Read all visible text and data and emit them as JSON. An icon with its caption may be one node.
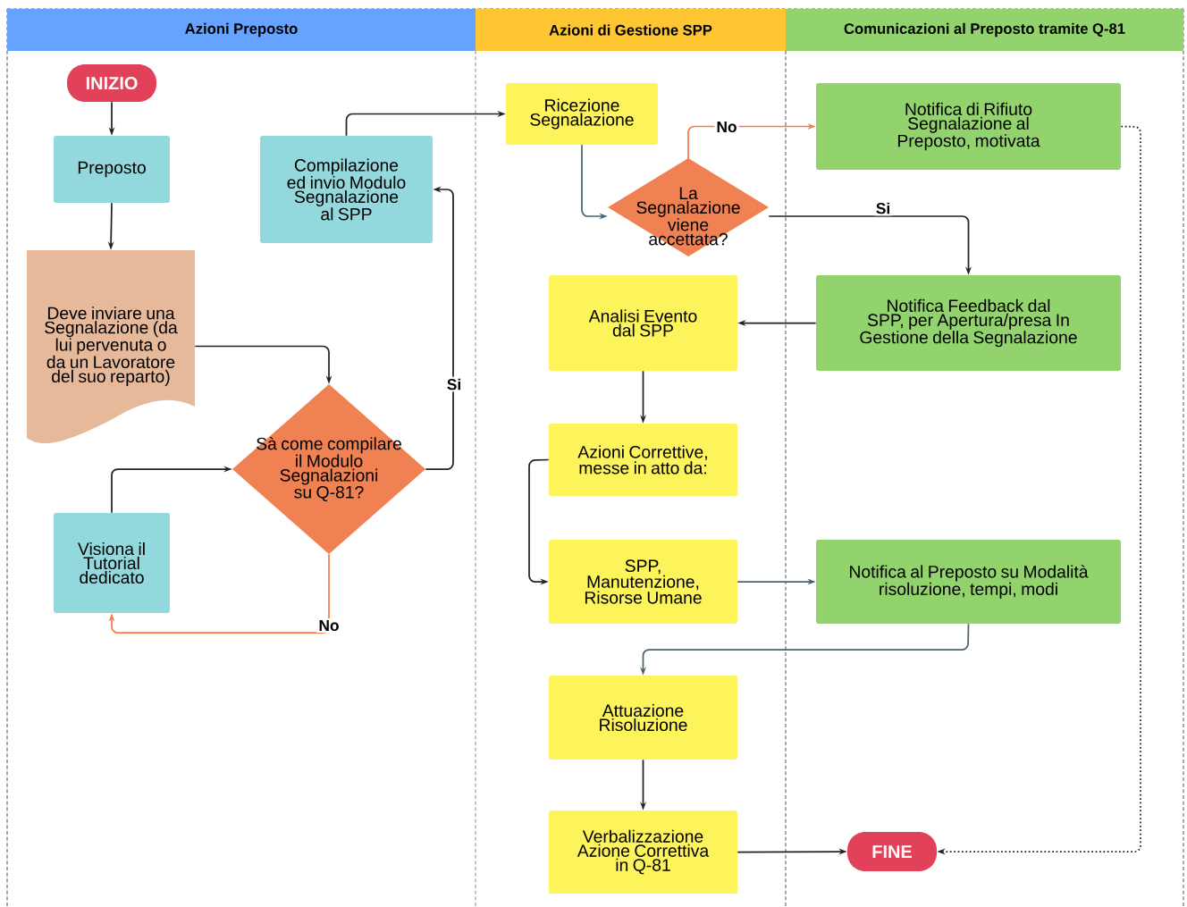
{
  "diagram": {
    "nodes": [
      {
        "text": [
          "Azioni Preposto"
        ]
      },
      {
        "text": [
          "Azioni di Gestione SPP"
        ]
      },
      {
        "text": [
          "Comunicazioni al Preposto tramite Q-81"
        ]
      },
      {
        "text": [
          "INIZIO"
        ]
      },
      {
        "text": [
          "Preposto"
        ]
      },
      {
        "text": [
          "Deve inviare una Segnalazione (da lui pervenuta o da un Lavoratore del suo reparto)"
        ]
      },
      {
        "text": [
          "Compilazione ed invio Modulo Segnalazione al SPP"
        ]
      },
      {
        "text": [
          "Sà come compilare il Modulo Segnalazioni su Q-81?"
        ]
      },
      {
        "text": [
          "Visiona il Tutorial dedicato"
        ]
      },
      {
        "text": [
          "Ricezione Segnalazione"
        ]
      },
      {
        "text": [
          "La Segnalazione viene accettata?"
        ]
      },
      {
        "text": [
          "Notifica di Rifiuto Segnalazione al Preposto, motivata"
        ]
      },
      {
        "text": [
          "Notifica Feedback dal SPP, per Apertura/presa In Gestione della Segnalazione"
        ]
      },
      {
        "text": [
          "Analisi Evento dal SPP"
        ]
      },
      {
        "text": [
          "Azioni Correttive, messe in atto da:"
        ]
      },
      {
        "text": [
          "SPP, Manutenzione, Risorse Umane"
        ]
      },
      {
        "text": [
          "Notifica al Preposto su Modalità risoluzione, tempi, modi"
        ]
      },
      {
        "text": [
          "Attuazione Risoluzione"
        ]
      },
      {
        "text": [
          "Verbalizzazione Azione Correttiva in Q-81"
        ]
      },
      {
        "text": [
          "FINE"
        ]
      }
    ],
    "edges": [
      {
        "from": 3,
        "to": 4,
        "arrow": "to"
      },
      {
        "from": 4,
        "to": 5,
        "arrow": "to"
      },
      {
        "from": 5,
        "to": 7,
        "arrow": "to"
      },
      {
        "from": 7,
        "to": 6,
        "arrow": "to",
        "label": "Si"
      },
      {
        "from": 7,
        "to": 8,
        "arrow": "to",
        "label": "No",
        "color": "#f47c48"
      },
      {
        "from": 8,
        "to": 7,
        "arrow": "to"
      },
      {
        "from": 6,
        "to": 9,
        "arrow": "to"
      },
      {
        "from": 9,
        "to": 10,
        "arrow": "to",
        "color": "#4a6272"
      },
      {
        "from": 10,
        "to": 11,
        "arrow": "to",
        "label": "No",
        "color": "#f47c48"
      },
      {
        "from": 10,
        "to": 12,
        "arrow": "to",
        "label": "Si"
      },
      {
        "from": 12,
        "to": 13,
        "arrow": "to"
      },
      {
        "from": 13,
        "to": 14,
        "arrow": "to"
      },
      {
        "from": 14,
        "to": 15,
        "arrow": "to"
      },
      {
        "from": 15,
        "to": 16,
        "arrow": "to",
        "color": "#4a6272"
      },
      {
        "from": 16,
        "to": 17,
        "arrow": "to",
        "color": "#4a6272"
      },
      {
        "from": 17,
        "to": 18,
        "arrow": "to"
      },
      {
        "from": 18,
        "to": 19,
        "arrow": "to"
      },
      {
        "from": 11,
        "to": 19,
        "arrow": "to",
        "style": "dashed"
      }
    ]
  }
}
